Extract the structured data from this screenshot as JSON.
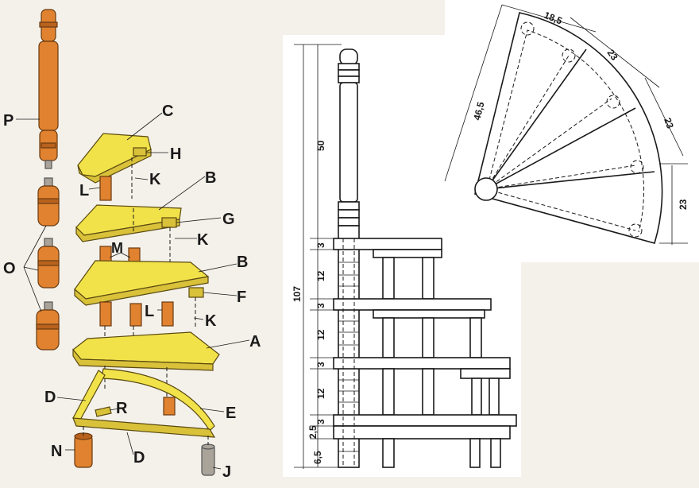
{
  "exploded_view": {
    "labels": {
      "P": "P",
      "C": "C",
      "H": "H",
      "L_top": "L",
      "K_top": "K",
      "B_upper": "B",
      "G": "G",
      "K_mid": "K",
      "O": "O",
      "M": "M",
      "B_lower": "B",
      "F": "F",
      "L_mid": "L",
      "K_low": "K",
      "A": "A",
      "D_left": "D",
      "R": "R",
      "E": "E",
      "N": "N",
      "D_bottom": "D",
      "J": "J"
    },
    "colors": {
      "board": "#f2e24a",
      "post": "#e0822f",
      "leg_grey": "#a9a39a"
    }
  },
  "side_view": {
    "dimensions": {
      "total_height": "107",
      "post_top": "50",
      "tread_1": "3",
      "gap_1": "12",
      "tread_2": "3",
      "gap_2": "12",
      "tread_3": "3",
      "gap_3": "12",
      "tread_4": "3",
      "small_25": "2,5",
      "base_65": "6,5"
    }
  },
  "plan_view": {
    "dimensions": {
      "radius": "46,5",
      "arc_top": "18,5",
      "seg_1": "23",
      "seg_2": "23",
      "seg_3": "23"
    }
  }
}
